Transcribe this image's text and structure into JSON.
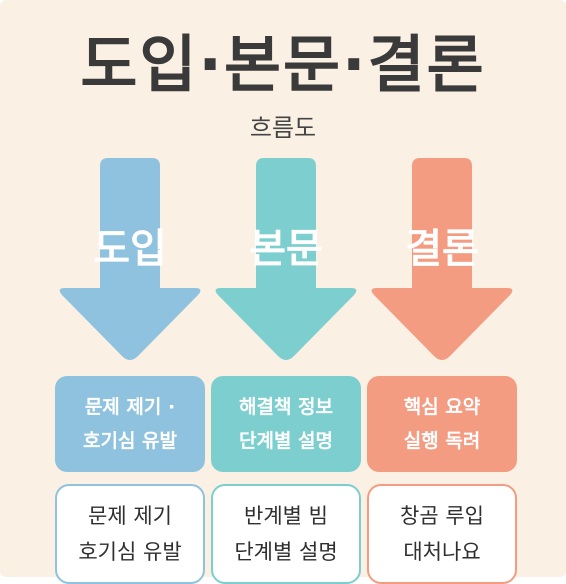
{
  "title": "도입·본문·결론",
  "subtitle": "흐름도",
  "colors": {
    "intro": "#8fc2de",
    "body": "#7dcfcf",
    "conclusion": "#f49c82",
    "background": "#fbf0e4"
  },
  "columns": [
    {
      "label": "도입",
      "box_lines": [
        "문제 제기 ·",
        "호기심 유발"
      ],
      "card_lines": [
        "문제 제기",
        "호기심 유발"
      ]
    },
    {
      "label": "본문",
      "box_lines": [
        "해결책 정보",
        "단계별 설명"
      ],
      "card_lines": [
        "반계별 빔",
        "단계별 설명"
      ]
    },
    {
      "label": "결론",
      "box_lines": [
        "핵심 요약",
        "실행 독려"
      ],
      "card_lines": [
        "창곰 루입",
        "대처나요"
      ]
    }
  ]
}
